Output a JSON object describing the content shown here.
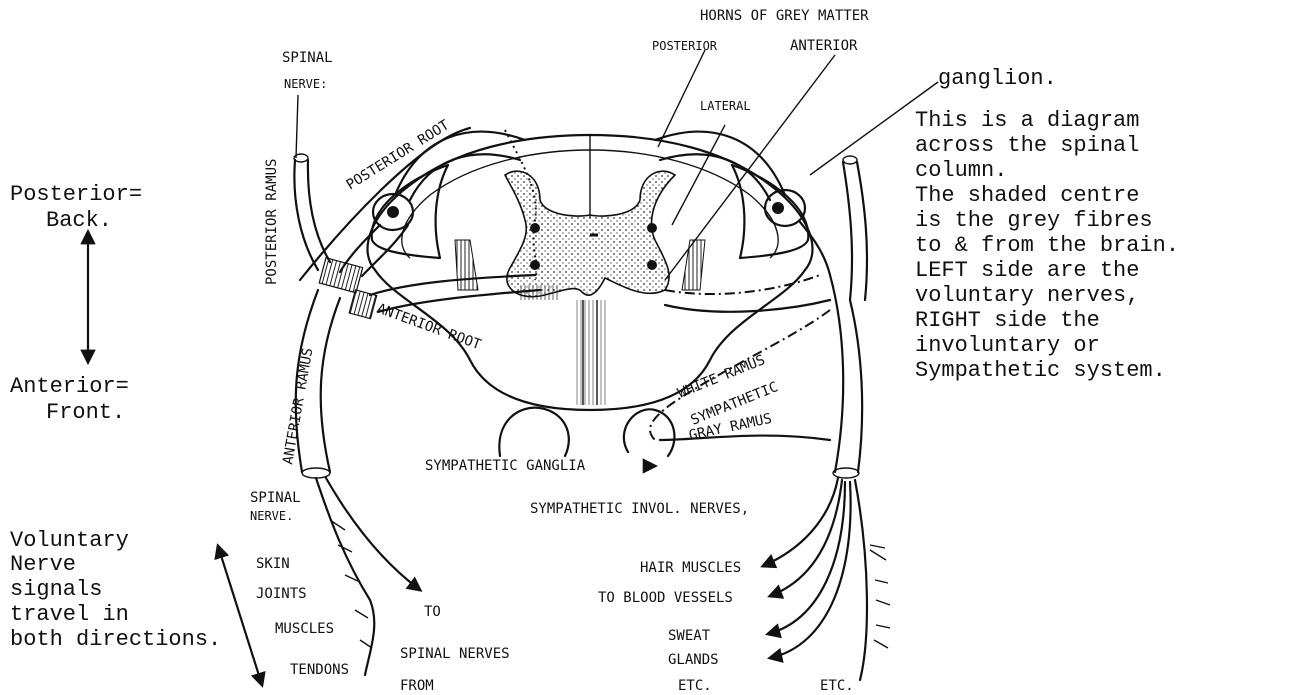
{
  "labels": {
    "horns": "HORNS OF GREY MATTER",
    "posterior": "POSTERIOR",
    "anterior": "ANTERIOR",
    "lateral": "LATERAL",
    "spinal_nerve_top": [
      "SPINAL",
      "NERVE:"
    ],
    "posterior_root": "POSTERIOR ROOT",
    "posterior_ramus": "POSTERIOR RAMUS",
    "anterior_ramus": "ANTERIOR RAMUS",
    "anterior_root": "ANTERIOR ROOT",
    "white_ramus": "WHITE RAMUS",
    "sympathetic": "SYMPATHETIC",
    "gray_ramus": "GRAY RAMUS",
    "sympathetic_ganglia": "SYMPATHETIC GANGLIA",
    "spinal_nerve_bottom": [
      "SPINAL",
      "NERVE."
    ],
    "symp_invol_nerves": "SYMPATHETIC INVOL. NERVES,",
    "skin": "SKIN",
    "joints": "JOINTS",
    "muscles": "MUSCLES",
    "tendons": "TENDONS",
    "to": "TO",
    "spinal_nerves": "SPINAL NERVES",
    "from": "FROM",
    "hair_muscles": "HAIR MUSCLES",
    "blood_vessels": "TO BLOOD VESSELS",
    "sweat": "SWEAT",
    "glands": "GLANDS",
    "etc1": "ETC.",
    "etc2": "ETC.",
    "ganglion": "ganglion."
  },
  "notes": {
    "left_top": [
      "Posterior=",
      "Back."
    ],
    "left_mid": [
      "Anterior=",
      "Front."
    ],
    "left_bottom": [
      "Voluntary",
      "Nerve",
      "signals",
      "travel in",
      "both directions."
    ],
    "right": [
      "This is a diagram",
      "across the spinal",
      "column.",
      "The shaded centre",
      "is the grey fibres",
      "to & from the brain.",
      "LEFT side are the",
      "voluntary nerves,",
      "RIGHT side the",
      "involuntary or",
      "Sympathetic system."
    ]
  }
}
